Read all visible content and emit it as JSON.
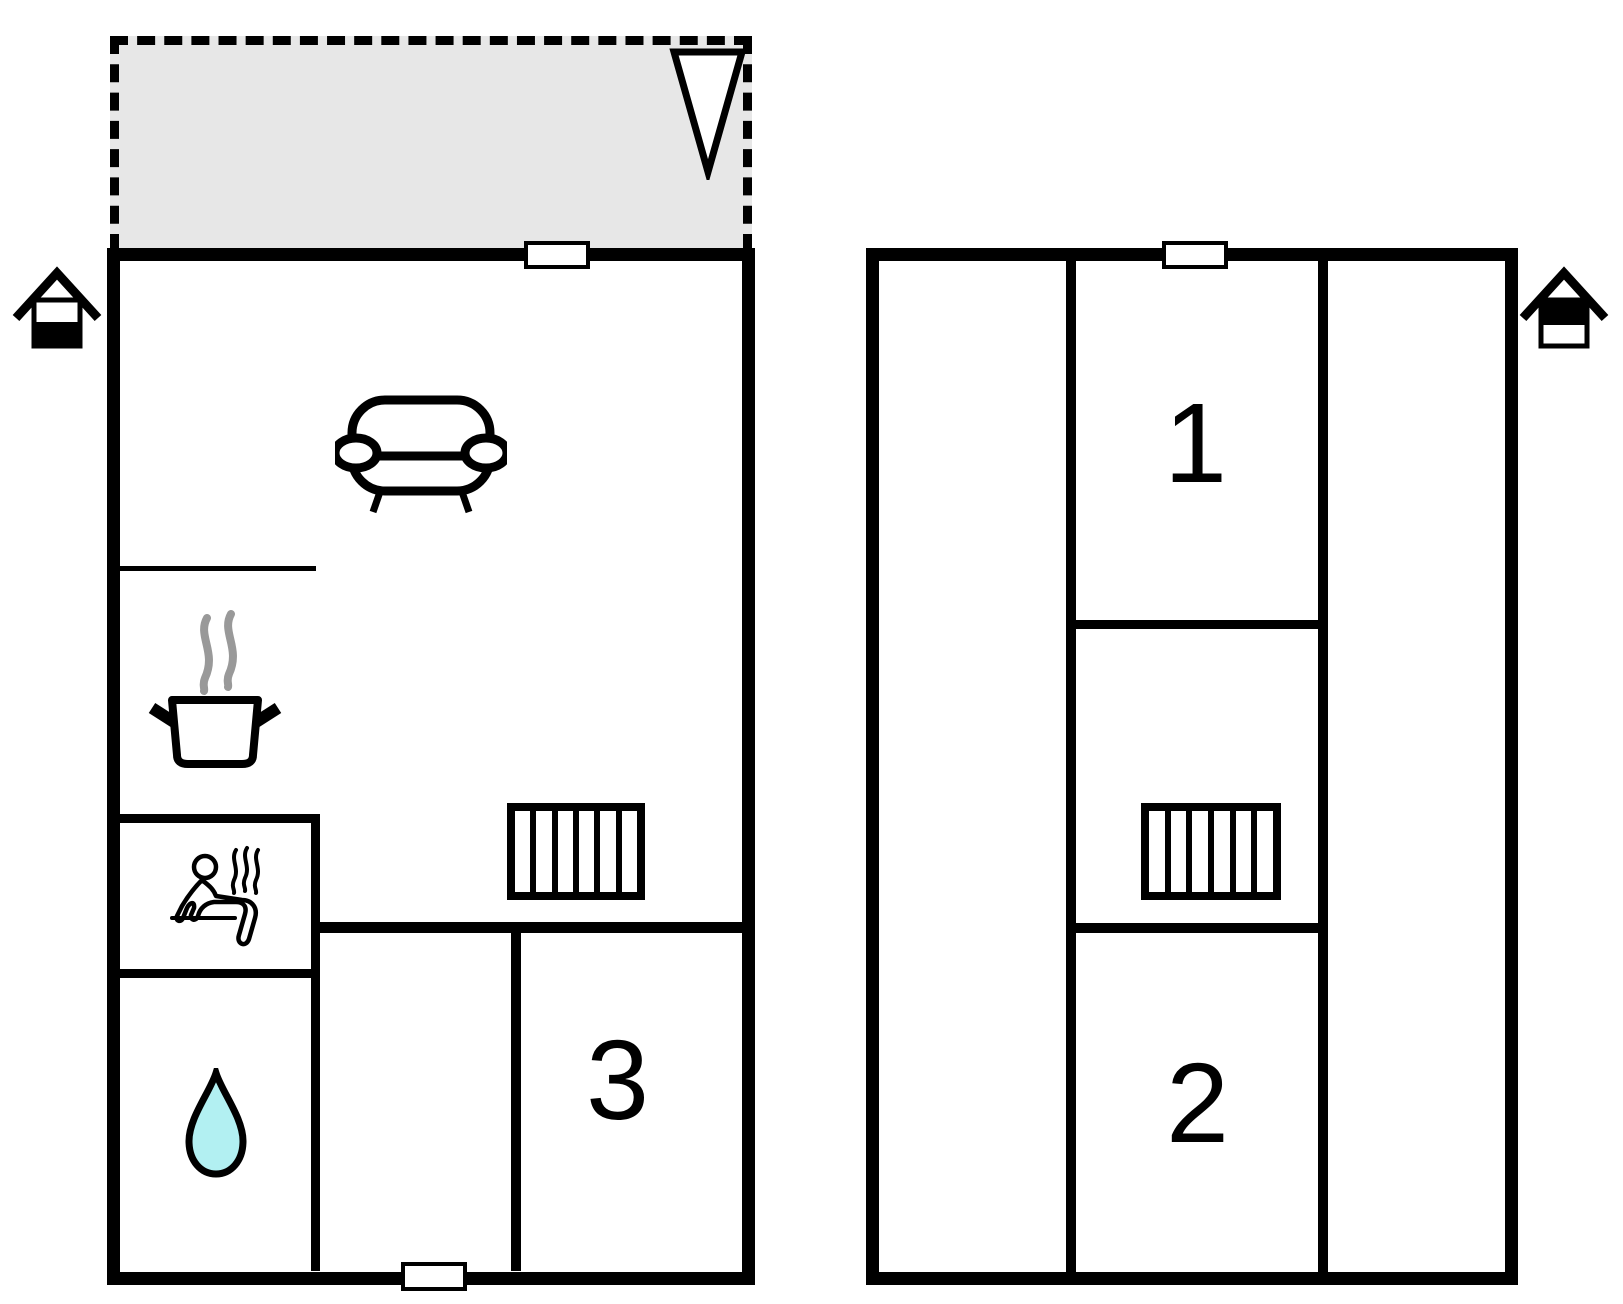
{
  "colors": {
    "background": "#ffffff",
    "wall": "#000000",
    "terrace_fill": "#e7e7e7",
    "steam": "#999999",
    "water_drop": "#b2f0f2"
  },
  "ground_floor": {
    "room_labels": {
      "room3": "3"
    },
    "icons": [
      "north-arrow-icon",
      "terrace-area",
      "entrance-door-marker",
      "sofa-icon",
      "cooking-pot-icon",
      "sauna-icon",
      "water-drop-icon",
      "stairs-icon",
      "house-ground-floor-icon"
    ]
  },
  "upper_floor": {
    "room_labels": {
      "room1": "1",
      "room2": "2"
    },
    "icons": [
      "entrance-door-marker",
      "stairs-icon",
      "house-upper-floor-icon"
    ]
  }
}
